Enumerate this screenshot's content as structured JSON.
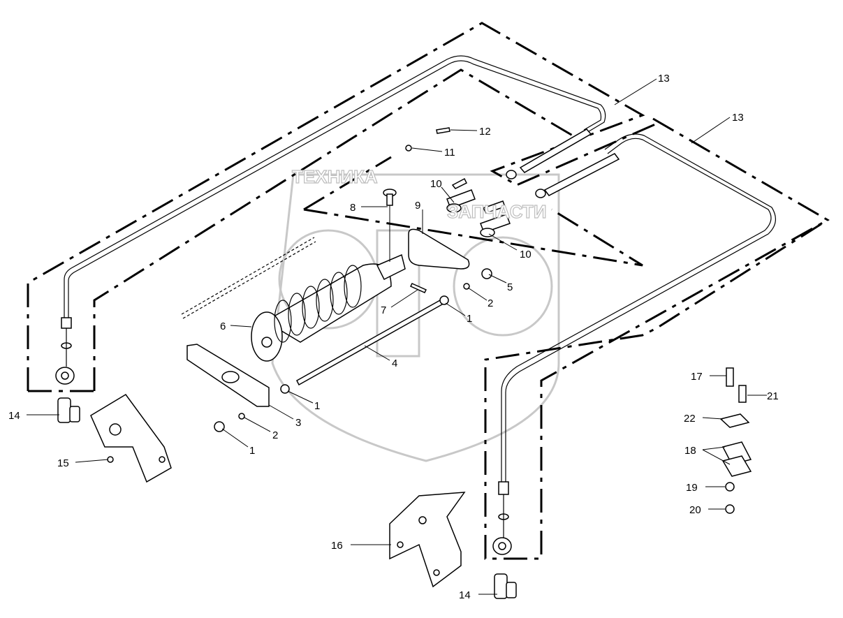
{
  "watermark": {
    "left_text": "ТЕХНИКА",
    "right_text": "ЗАПЧАСТИ",
    "logo_letters": "ЭПФ"
  },
  "callouts": [
    {
      "id": "c13a",
      "label": "13"
    },
    {
      "id": "c13b",
      "label": "13"
    },
    {
      "id": "c12",
      "label": "12"
    },
    {
      "id": "c11",
      "label": "11"
    },
    {
      "id": "c10a",
      "label": "10"
    },
    {
      "id": "c8",
      "label": "8"
    },
    {
      "id": "c9",
      "label": "9"
    },
    {
      "id": "c10b",
      "label": "10"
    },
    {
      "id": "c5",
      "label": "5"
    },
    {
      "id": "c2a",
      "label": "2"
    },
    {
      "id": "c1a",
      "label": "1"
    },
    {
      "id": "c7",
      "label": "7"
    },
    {
      "id": "c6",
      "label": "6"
    },
    {
      "id": "c4",
      "label": "4"
    },
    {
      "id": "c1b",
      "label": "1"
    },
    {
      "id": "c3",
      "label": "3"
    },
    {
      "id": "c2b",
      "label": "2"
    },
    {
      "id": "c1c",
      "label": "1"
    },
    {
      "id": "c14a",
      "label": "14"
    },
    {
      "id": "c15",
      "label": "15"
    },
    {
      "id": "c16",
      "label": "16"
    },
    {
      "id": "c14b",
      "label": "14"
    },
    {
      "id": "c17",
      "label": "17"
    },
    {
      "id": "c21",
      "label": "21"
    },
    {
      "id": "c22",
      "label": "22"
    },
    {
      "id": "c18",
      "label": "18"
    },
    {
      "id": "c19",
      "label": "19"
    },
    {
      "id": "c20",
      "label": "20"
    }
  ]
}
